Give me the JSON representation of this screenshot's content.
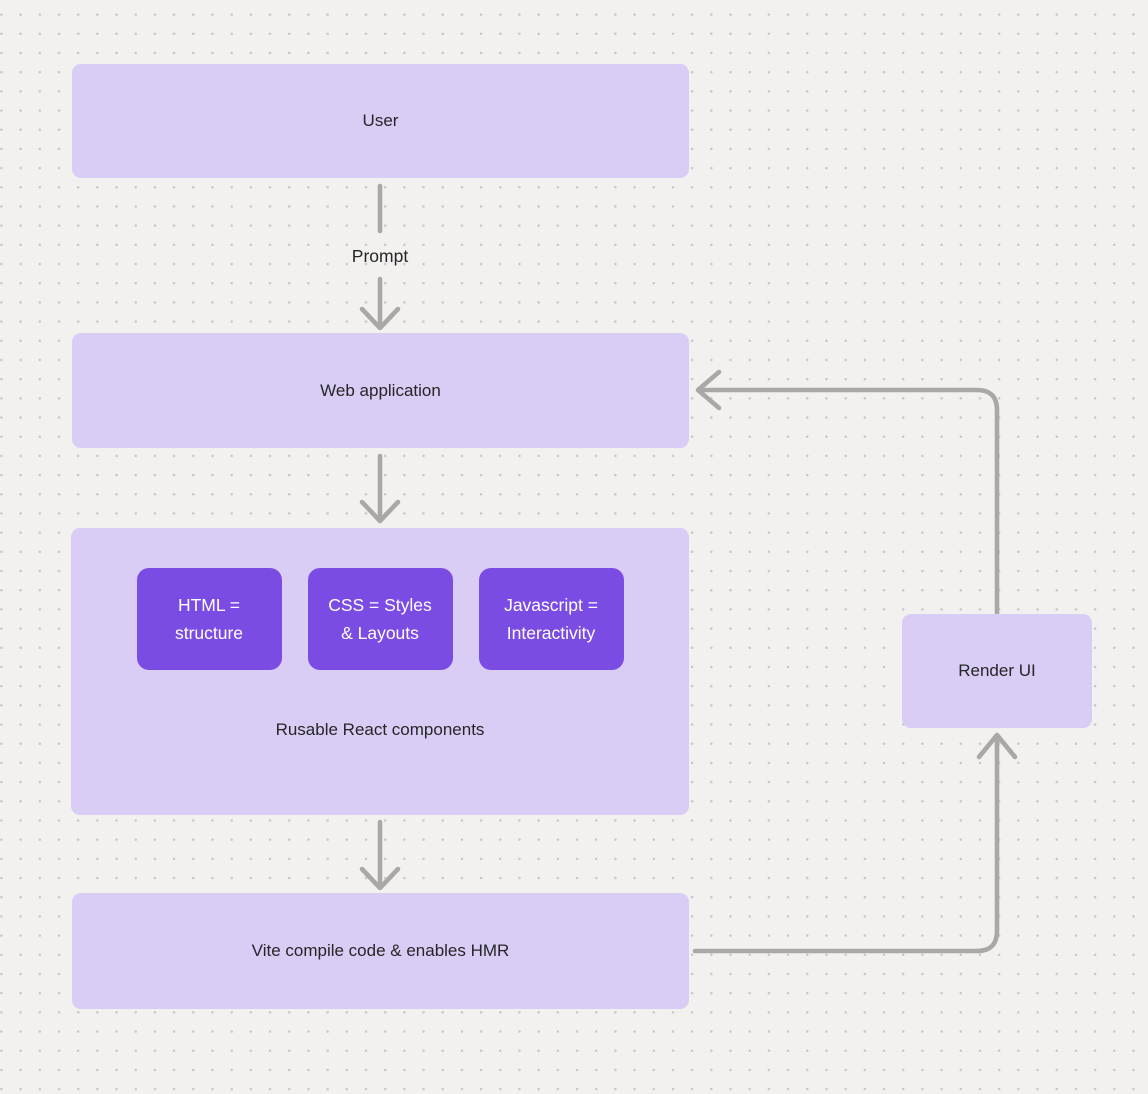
{
  "diagram": {
    "nodes": {
      "user": {
        "label": "User"
      },
      "web_application": {
        "label": "Web application"
      },
      "components_group": {
        "caption": "Rusable React components",
        "items": [
          {
            "lines": [
              "HTML =",
              "structure"
            ]
          },
          {
            "lines": [
              "CSS = Styles",
              "& Layouts"
            ]
          },
          {
            "lines": [
              "Javascript =",
              "Interactivity"
            ]
          }
        ]
      },
      "vite": {
        "label": "Vite compile code & enables HMR"
      },
      "render_ui": {
        "label": "Render UI"
      }
    },
    "edge_labels": {
      "user_to_web": "Prompt"
    },
    "colors": {
      "background": "#f2f1f0",
      "dot": "#c9c7c4",
      "node_fill": "#d9ccf5",
      "inner_node_fill": "#7b4ce4",
      "inner_node_text": "#ffffff",
      "arrow": "#a9a8a5",
      "label_text": "#262626"
    }
  }
}
